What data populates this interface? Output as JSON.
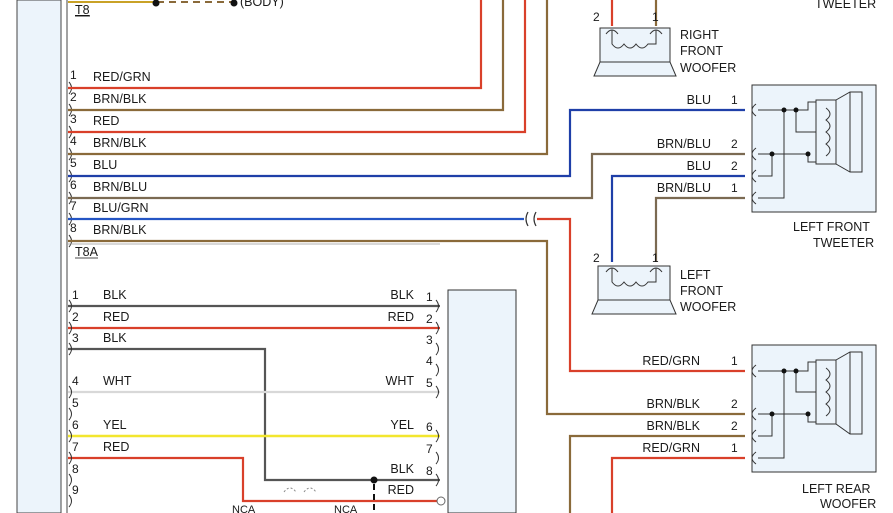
{
  "diagram": {
    "connectors": {
      "top": "T8",
      "bottom": "T8A",
      "body": "(BODY)"
    },
    "upper_wires": [
      {
        "pin": "1",
        "label": "RED/GRN",
        "color": "#d9402a"
      },
      {
        "pin": "2",
        "label": "BRN/BLK",
        "color": "#8a6a3a"
      },
      {
        "pin": "3",
        "label": "RED",
        "color": "#d9402a"
      },
      {
        "pin": "4",
        "label": "BRN/BLK",
        "color": "#8a6a3a"
      },
      {
        "pin": "5",
        "label": "BLU",
        "color": "#1f3fa8"
      },
      {
        "pin": "6",
        "label": "BRN/BLU",
        "color": "#7b6a52"
      },
      {
        "pin": "7",
        "label": "BLU/GRN",
        "color": "#2455c4"
      },
      {
        "pin": "8",
        "label": "BRN/BLK",
        "color": "#8a6a3a"
      }
    ],
    "lower_wires": [
      {
        "pin_left": "1",
        "label_left": "BLK",
        "label_right": "BLK",
        "pin_right": "1",
        "color": "#555555"
      },
      {
        "pin_left": "2",
        "label_left": "RED",
        "label_right": "RED",
        "pin_right": "2",
        "color": "#d9402a"
      },
      {
        "pin_left": "3",
        "label_left": "BLK",
        "label_right": "",
        "pin_right": "3",
        "color": "#555555"
      },
      {
        "pin_left": "",
        "label_left": "",
        "label_right": "",
        "pin_right": "4",
        "color": ""
      },
      {
        "pin_left": "4",
        "label_left": "WHT",
        "label_right": "WHT",
        "pin_right": "5",
        "color": "#d8d8d8"
      },
      {
        "pin_left": "5",
        "label_left": "",
        "label_right": "",
        "pin_right": "",
        "color": ""
      },
      {
        "pin_left": "6",
        "label_left": "YEL",
        "label_right": "YEL",
        "pin_right": "6",
        "color": "#f2e62e"
      },
      {
        "pin_left": "7",
        "label_left": "RED",
        "label_right": "",
        "pin_right": "7",
        "color": "#d9402a"
      },
      {
        "pin_left": "8",
        "label_left": "",
        "label_right": "BLK",
        "pin_right": "8",
        "color": "#555555"
      },
      {
        "pin_left": "9",
        "label_left": "",
        "label_right": "RED",
        "pin_right": "",
        "color": "#d9402a"
      }
    ],
    "nca": [
      "NCA",
      "NCA"
    ],
    "right_front_woofer": {
      "name": [
        "RIGHT",
        "FRONT",
        "WOOFER"
      ],
      "pins": [
        "2",
        "1"
      ]
    },
    "left_front_tweeter": {
      "name": [
        "LEFT FRONT",
        "TWEETER"
      ],
      "wires": [
        {
          "label": "BLU",
          "pin": "1"
        },
        {
          "label": "BRN/BLU",
          "pin": "2"
        },
        {
          "label": "BLU",
          "pin": "2"
        },
        {
          "label": "BRN/BLU",
          "pin": "1"
        }
      ]
    },
    "left_front_woofer": {
      "name": [
        "LEFT",
        "FRONT",
        "WOOFER"
      ],
      "pins": [
        "2",
        "1"
      ]
    },
    "left_rear_woofer": {
      "name": [
        "LEFT REAR",
        "WOOFER"
      ],
      "wires": [
        {
          "label": "RED/GRN",
          "pin": "1"
        },
        {
          "label": "BRN/BLK",
          "pin": "2"
        },
        {
          "label": "BRN/BLK",
          "pin": "2"
        },
        {
          "label": "RED/GRN",
          "pin": "1"
        }
      ]
    },
    "top_right_label": "TWEETER"
  }
}
